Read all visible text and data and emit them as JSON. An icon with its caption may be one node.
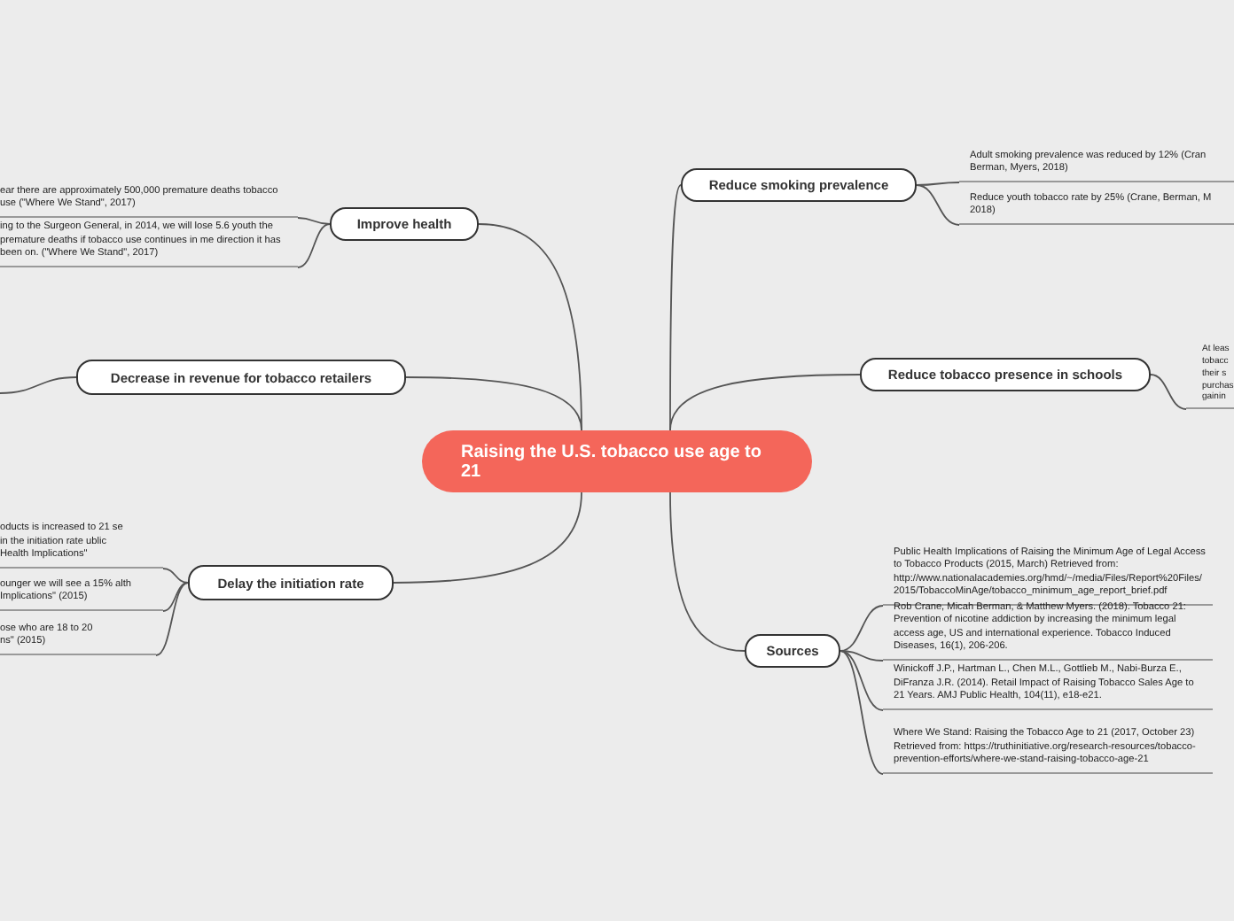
{
  "diagram": {
    "nodes": [
      {
        "text": [
          "Raising the U.S. tobacco use age to 21"
        ]
      },
      {
        "text": [
          "Reduce smoking prevalence"
        ]
      },
      {
        "text": [
          "Adult smoking prevalence was reduced by 12% (Cran Berman, Myers, 2018)"
        ]
      },
      {
        "text": [
          "Reduce youth tobacco rate by 25% (Crane, Berman, M 2018)"
        ]
      },
      {
        "text": [
          "Reduce tobacco presence in schools"
        ]
      },
      {
        "text": [
          "At leas tobacc their s purchas gainin"
        ]
      },
      {
        "text": [
          "Sources"
        ]
      },
      {
        "text": [
          "Public Health Implications of Raising the Minimum Age of Legal Access to Tobacco Products (2015, March) Retrieved from: http://www.nationalacademies.org/hmd/~/media/Files/Report%20Files/2015/TobaccoMinAge/tobacco_minimum_age_report_brief.pdf"
        ]
      },
      {
        "text": [
          "Rob Crane, Micah Berman, & Matthew Myers. (2018). Tobacco 21: Prevention of nicotine addiction by increasing the minimum legal access age, US and international experience. Tobacco Induced Diseases, 16(1), 206-206."
        ]
      },
      {
        "text": [
          "Winickoff J.P., Hartman L., Chen M.L., Gottlieb M., Nabi-Burza E., DiFranza J.R. (2014). Retail Impact of Raising Tobacco Sales Age to 21 Years. AMJ Public Health, 104(11), e18-e21."
        ]
      },
      {
        "text": [
          "Where We Stand: Raising the Tobacco Age to 21 (2017, October 23) Retrieved from: https://truthinitiative.org/research-resources/tobacco-prevention-efforts/where-we-stand-raising-tobacco-age-21"
        ]
      },
      {
        "text": [
          "Delay the initiation rate"
        ]
      },
      {
        "text": [
          "oducts is increased to 21 se in the initiation rate ublic Health Implications\""
        ]
      },
      {
        "text": [
          "ounger we will see a 15% alth Implications\" (2015)"
        ]
      },
      {
        "text": [
          "ose who are 18 to 20 ns\" (2015)"
        ]
      },
      {
        "text": [
          "Decrease in revenue for tobacco retailers"
        ]
      },
      {
        "text": [
          "Improve health"
        ]
      },
      {
        "text": [
          "ear there are approximately 500,000 premature deaths tobacco use (\"Where We Stand\", 2017)"
        ]
      },
      {
        "text": [
          "ing to the Surgeon General, in 2014,  we will lose 5.6 youth the premature deaths if tobacco use continues in me direction it has been on. (\"Where We Stand\", 2017)"
        ]
      }
    ],
    "edges": [
      {
        "from": 0,
        "to": 1,
        "arrow": "none"
      },
      {
        "from": 1,
        "to": 2,
        "arrow": "none"
      },
      {
        "from": 1,
        "to": 3,
        "arrow": "none"
      },
      {
        "from": 0,
        "to": 4,
        "arrow": "none"
      },
      {
        "from": 4,
        "to": 5,
        "arrow": "none"
      },
      {
        "from": 0,
        "to": 6,
        "arrow": "none"
      },
      {
        "from": 6,
        "to": 7,
        "arrow": "none"
      },
      {
        "from": 6,
        "to": 8,
        "arrow": "none"
      },
      {
        "from": 6,
        "to": 9,
        "arrow": "none"
      },
      {
        "from": 6,
        "to": 10,
        "arrow": "none"
      },
      {
        "from": 0,
        "to": 11,
        "arrow": "none"
      },
      {
        "from": 11,
        "to": 12,
        "arrow": "none"
      },
      {
        "from": 11,
        "to": 13,
        "arrow": "none"
      },
      {
        "from": 11,
        "to": 14,
        "arrow": "none"
      },
      {
        "from": 0,
        "to": 15,
        "arrow": "none"
      },
      {
        "from": 15,
        "to": null,
        "arrow": "none"
      },
      {
        "from": 0,
        "to": 16,
        "arrow": "none"
      },
      {
        "from": 16,
        "to": 17,
        "arrow": "none"
      },
      {
        "from": 16,
        "to": 18,
        "arrow": "none"
      }
    ]
  }
}
